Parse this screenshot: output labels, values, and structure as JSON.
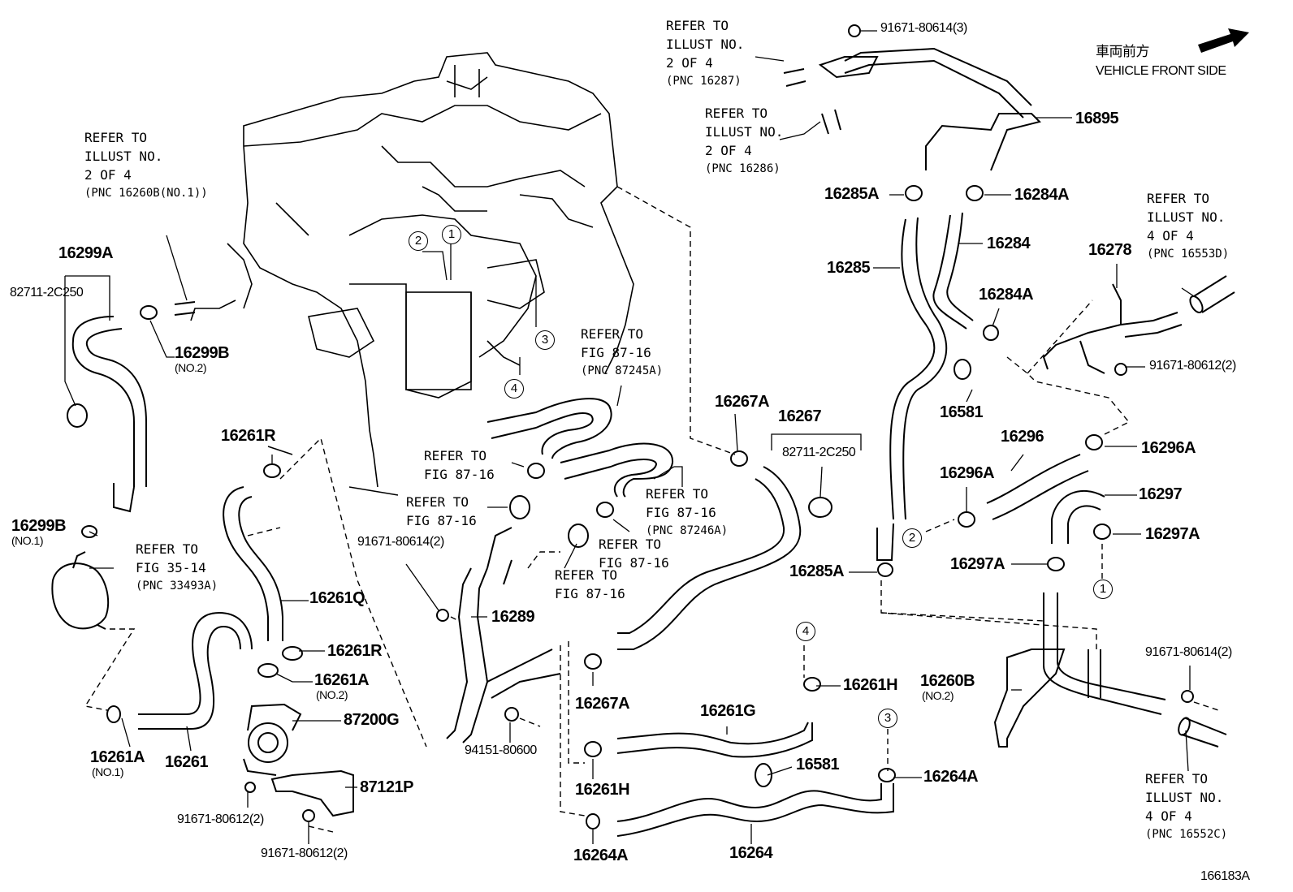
{
  "header": {
    "direction_jp": "車両前方",
    "direction_en": "VEHICLE FRONT SIDE"
  },
  "footer": {
    "illustration_id": "166183A"
  },
  "parts": {
    "p16299A": "16299A",
    "p82711_left": "82711-2C250",
    "p16299B_upper": "16299B",
    "p16299B_upper_sub": "(NO.2)",
    "p16299B_lower": "16299B",
    "p16299B_lower_sub": "(NO.1)",
    "p16261R_top": "16261R",
    "p16261Q": "16261Q",
    "p16261R_mid": "16261R",
    "p16261A_mid": "16261A",
    "p16261A_mid_sub": "(NO.2)",
    "p16261A_low": "16261A",
    "p16261A_low_sub": "(NO.1)",
    "p16261": "16261",
    "p87200G": "87200G",
    "p87121P": "87121P",
    "p91671_80612_a": "91671-80612(2)",
    "p91671_80612_b": "91671-80612(2)",
    "p91671_80614_2": "91671-80614(2)",
    "p16289": "16289",
    "p94151": "94151-80600",
    "p16267A_low": "16267A",
    "p16261H_low": "16261H",
    "p16264A_low": "16264A",
    "p16264": "16264",
    "p16261G": "16261G",
    "p16581_low": "16581",
    "p16261H_right": "16261H",
    "p16264A_right": "16264A",
    "p16267A_top": "16267A",
    "p16267": "16267",
    "p82711_right": "82711-2C250",
    "p16285A_low": "16285A",
    "p91671_80614_3": "91671-80614(3)",
    "p16895": "16895",
    "p16285A_top": "16285A",
    "p16284A_top": "16284A",
    "p16285": "16285",
    "p16284": "16284",
    "p16284A_mid": "16284A",
    "p16581_top": "16581",
    "p16278": "16278",
    "p91671_80612_right": "91671-80612(2)",
    "p16296": "16296",
    "p16296A_right": "16296A",
    "p16296A_left": "16296A",
    "p16297": "16297",
    "p16297A_right": "16297A",
    "p16297A_left": "16297A",
    "p16260B": "16260B",
    "p16260B_sub": "(NO.2)",
    "p91671_80614_right": "91671-80614(2)"
  },
  "refs": {
    "r1": [
      "REFER TO",
      "ILLUST NO.",
      "2 OF 4",
      "(PNC 16260B(NO.1))"
    ],
    "r2": [
      "REFER TO",
      "ILLUST NO.",
      "2 OF 4",
      "(PNC 16287)"
    ],
    "r3": [
      "REFER TO",
      "ILLUST NO.",
      "2 OF 4",
      "(PNC 16286)"
    ],
    "r4": [
      "REFER TO",
      "ILLUST NO.",
      "4 OF 4",
      "(PNC 16553D)"
    ],
    "r5": [
      "REFER TO",
      "FIG 87-16",
      "(PNC 87245A)"
    ],
    "r6": [
      "REFER TO",
      "FIG 87-16"
    ],
    "r7": [
      "REFER TO",
      "FIG 87-16"
    ],
    "r8": [
      "REFER TO",
      "FIG 87-16",
      "(PNC 87246A)"
    ],
    "r9": [
      "REFER TO",
      "FIG 87-16"
    ],
    "r10": [
      "REFER TO",
      "FIG 87-16"
    ],
    "r11": [
      "REFER TO",
      "FIG 35-14",
      "(PNC 33493A)"
    ],
    "r12": [
      "REFER TO",
      "ILLUST NO.",
      "4 OF 4",
      "(PNC 16552C)"
    ]
  },
  "markers": {
    "m1_engine": "1",
    "m2_engine": "2",
    "m3_engine": "3",
    "m4_engine": "4",
    "m2_right": "2",
    "m1_right": "1",
    "m4_low": "4",
    "m3_low": "3"
  }
}
